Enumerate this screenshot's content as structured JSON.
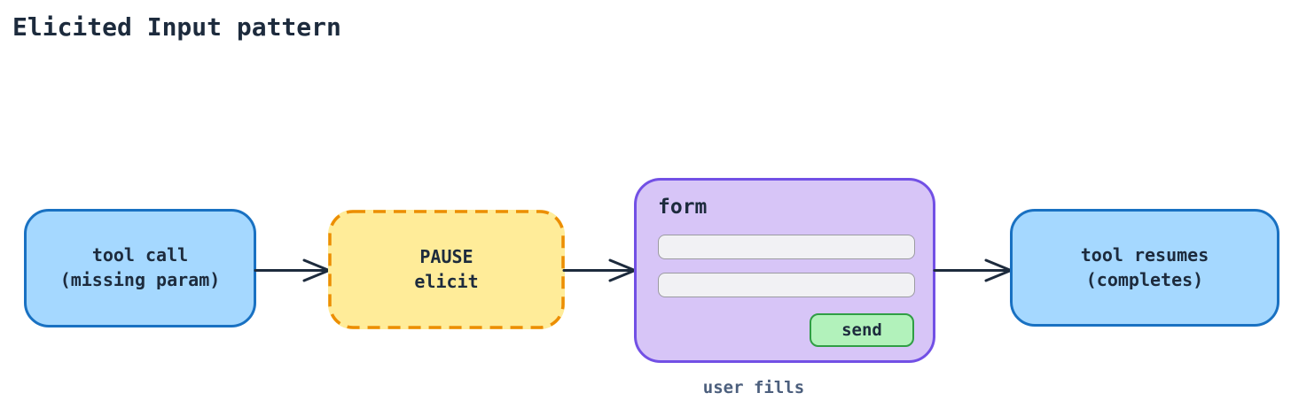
{
  "title": "Elicited Input pattern",
  "caption": "user fills",
  "nodes": {
    "tool_call": {
      "label_line1": "tool call",
      "label_line2": "(missing param)"
    },
    "pause": {
      "label_line1": "PAUSE",
      "label_line2": "elicit"
    },
    "form": {
      "title": "form",
      "fields": [
        {
          "value": "",
          "placeholder": ""
        },
        {
          "value": "",
          "placeholder": ""
        }
      ],
      "send_button_label": "send"
    },
    "tool_resumes": {
      "label_line1": "tool resumes",
      "label_line2": "(completes)"
    }
  },
  "colors": {
    "node_blue_fill": "#a5d8ff",
    "node_blue_stroke": "#1971c2",
    "node_yellow_fill": "#ffec99",
    "node_yellow_stroke": "#ec8e04",
    "node_purple_fill": "#d7c5f7",
    "node_purple_stroke": "#7250e5",
    "input_fill": "#f1f1f4",
    "input_stroke": "#9b9ba1",
    "button_green_fill": "#b2f2bb",
    "button_green_stroke": "#2f9e44",
    "text_dark": "#1d2b3d",
    "arrow": "#1d2b3d",
    "caption_color": "#4c5f7d",
    "page_bg": "#ffffff"
  }
}
